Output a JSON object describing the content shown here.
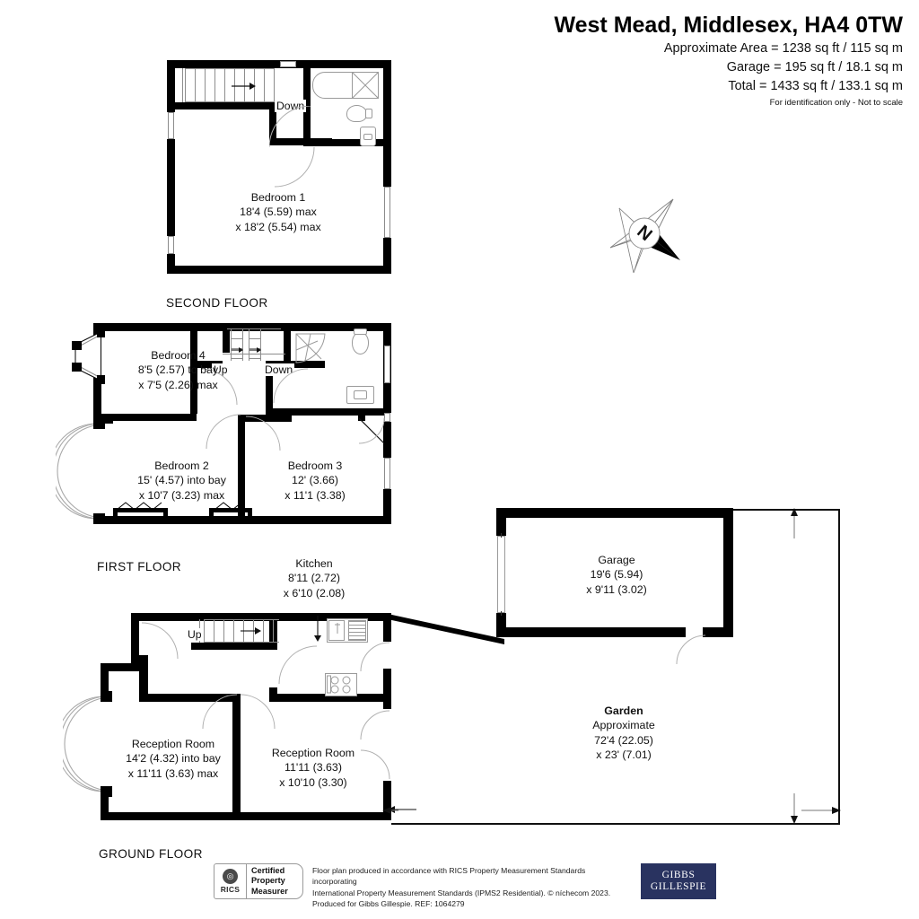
{
  "header": {
    "title": "West Mead, Middlesex, HA4 0TW",
    "area_lines": [
      "Approximate Area = 1238 sq ft / 115 sq m",
      "Garage = 195 sq ft / 18.1 sq m",
      "Total = 1433 sq ft / 133.1 sq m"
    ],
    "disclaimer": "For identification only - Not to scale"
  },
  "floors": {
    "second": {
      "label": "SECOND FLOOR",
      "rooms": [
        {
          "name": "Bedroom 1",
          "dim1": "18'4 (5.59) max",
          "dim2": "x 18'2 (5.54) max"
        }
      ],
      "stairs": {
        "direction": "Down"
      }
    },
    "first": {
      "label": "FIRST FLOOR",
      "rooms": [
        {
          "name": "Bedroom 4",
          "dim1": "8'5 (2.57) to bay",
          "dim2": "x 7'5 (2.26) max"
        },
        {
          "name": "Bedroom 2",
          "dim1": "15' (4.57) into bay",
          "dim2": "x 10'7 (3.23) max"
        },
        {
          "name": "Bedroom 3",
          "dim1": "12' (3.66)",
          "dim2": "x 11'1 (3.38)"
        }
      ],
      "stairs_up": "Up",
      "stairs_down": "Down"
    },
    "ground": {
      "label": "GROUND FLOOR",
      "rooms": [
        {
          "name": "Kitchen",
          "dim1": "8'11 (2.72)",
          "dim2": "x 6'10 (2.08)"
        },
        {
          "name": "Reception Room",
          "dim1": "14'2 (4.32) into bay",
          "dim2": "x 11'11 (3.63) max"
        },
        {
          "name": "Reception Room",
          "dim1": "11'11 (3.63)",
          "dim2": "x 10'10 (3.30)"
        }
      ],
      "stairs_up": "Up"
    }
  },
  "outbuildings": {
    "garage": {
      "name": "Garage",
      "dim1": "19'6 (5.94)",
      "dim2": "x 9'11 (3.02)"
    },
    "garden": {
      "name": "Garden",
      "sub": "Approximate",
      "dim1": "72'4 (22.05)",
      "dim2": "x 23' (7.01)"
    }
  },
  "compass": {
    "letter": "N"
  },
  "footer": {
    "rics_mark": "RICS",
    "rics_glyph": "◎",
    "certified_line1": "Certified",
    "certified_line2": "Property",
    "certified_line3": "Measurer",
    "legal_line1": "Floor plan produced in accordance with RICS Property Measurement Standards incorporating",
    "legal_line2": "International Property Measurement Standards (IPMS2 Residential).    © níchecom 2023.",
    "legal_line3": "Produced for Gibbs Gillespie.    REF:  1064279",
    "agent_line1": "GIBBS",
    "agent_line2": "GILLESPIE"
  },
  "colors": {
    "wall": "#000000",
    "text": "#111111",
    "agent_brand": "#293360",
    "fixture_stroke": "#9a9a9a"
  }
}
